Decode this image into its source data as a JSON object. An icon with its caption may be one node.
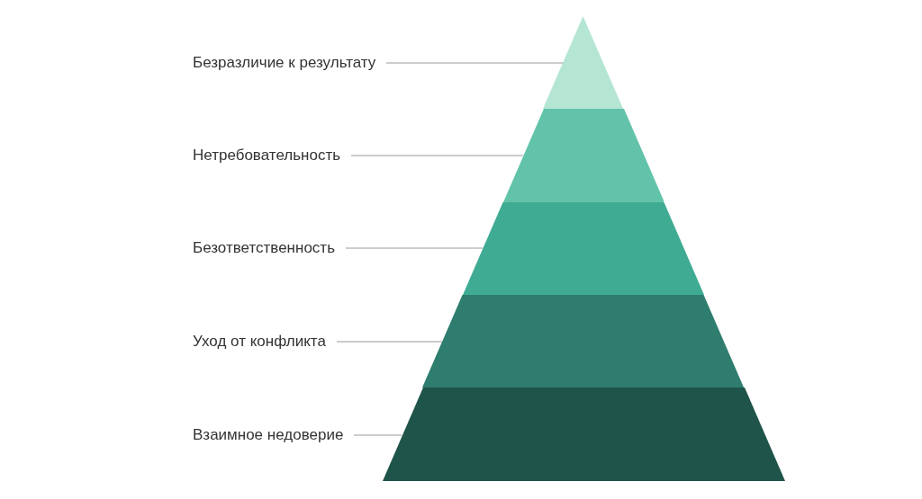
{
  "diagram": {
    "nodes": [
      {
        "text": [
          "Безразличие к результату"
        ]
      },
      {
        "text": [
          "Нетребовательность"
        ]
      },
      {
        "text": [
          "Безответственность"
        ]
      },
      {
        "text": [
          "Уход от конфликта"
        ]
      },
      {
        "text": [
          "Взаимное недоверие"
        ]
      },
      {
        "text": [],
        "shape": "triangle"
      },
      {
        "text": [],
        "shape": "trapezoid"
      },
      {
        "text": [],
        "shape": "trapezoid"
      },
      {
        "text": [],
        "shape": "trapezoid"
      },
      {
        "text": [],
        "shape": "trapezoid"
      }
    ],
    "edges": [
      {
        "from": 0,
        "to": 5,
        "arrow": "none"
      },
      {
        "from": 1,
        "to": 6,
        "arrow": "none"
      },
      {
        "from": 2,
        "to": 7,
        "arrow": "none"
      },
      {
        "from": 3,
        "to": 8,
        "arrow": "none"
      },
      {
        "from": 4,
        "to": 9,
        "arrow": "none"
      }
    ]
  }
}
